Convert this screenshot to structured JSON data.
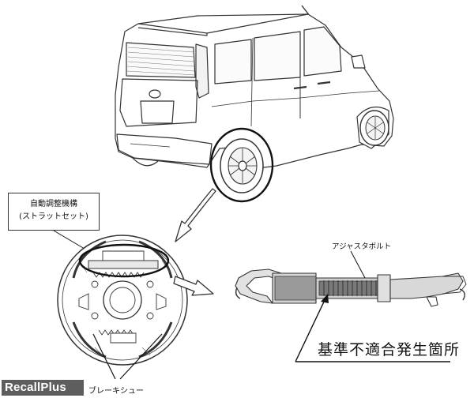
{
  "labels": {
    "strut_line1": "自動調整機構",
    "strut_line2": "(ストラットセット)",
    "adjuster_bolt": "アジャスタボルト",
    "defect_location": "基準不適合発生箇所",
    "brake_shoe": "ブレーキシュー"
  },
  "watermark": "RecallPlus"
}
